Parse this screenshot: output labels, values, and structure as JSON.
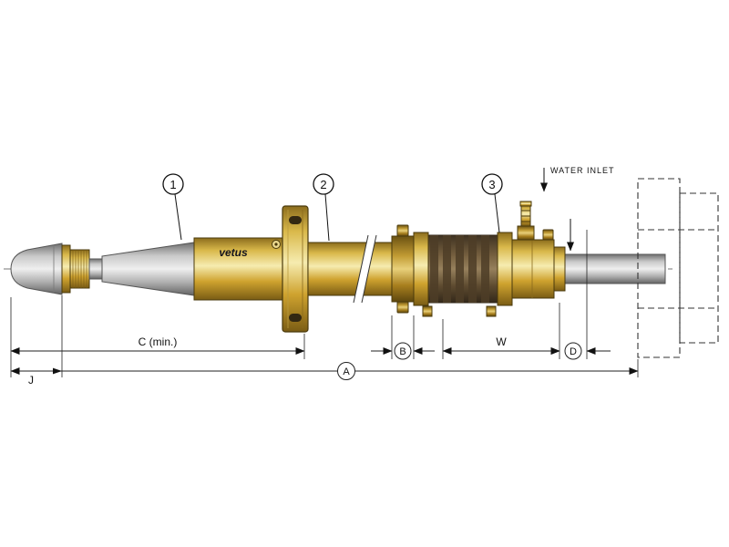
{
  "diagram": {
    "brand": "vetus",
    "water_inlet_label": "WATER INLET",
    "callouts": [
      {
        "label": "1"
      },
      {
        "label": "2"
      },
      {
        "label": "3"
      }
    ],
    "dimensions": {
      "c_min": "C (min.)",
      "b": "B",
      "a": "A",
      "w": "W",
      "d": "D",
      "j": "J"
    },
    "colors": {
      "brass_gold": "#d4af37",
      "brass_dark": "#7a5c14",
      "steel_gray": "#b0b0b0",
      "rubber_brown": "#6b5740",
      "line_black": "#111111",
      "background": "#ffffff"
    }
  }
}
